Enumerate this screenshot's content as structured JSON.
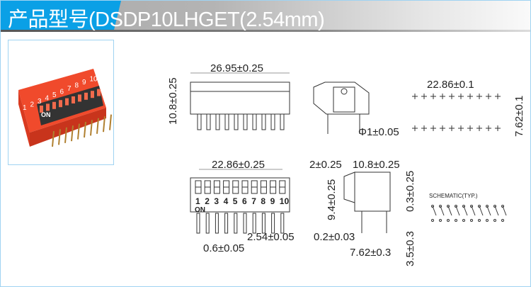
{
  "header": {
    "title": "产品型号(DSDP10LHGET(2.54mm)"
  },
  "photo": {
    "switch_numbers": [
      "1",
      "2",
      "3",
      "4",
      "5",
      "6",
      "7",
      "8",
      "9",
      "10"
    ],
    "on_label": "ON"
  },
  "side_view": {
    "width_dim": "26.95±0.25",
    "height_dim": "10.8±0.25"
  },
  "profile_view": {
    "pin_dim": "Φ1±0.05"
  },
  "pcb_layout": {
    "pitch_dim": "22.86±0.1",
    "row_dim": "7.62±0.1"
  },
  "front_view": {
    "width_dim": "22.86±0.25",
    "numbers": [
      "1",
      "2",
      "3",
      "4",
      "5",
      "6",
      "7",
      "8",
      "9",
      "10"
    ],
    "on_label": "ON",
    "pitch_dim": "2.54±0.05",
    "pin_width_dim": "0.6±0.05"
  },
  "end_view": {
    "dim_a": "2±0.25",
    "dim_b": "10.8±0.25",
    "dim_height": "9.4±0.25",
    "dim_top": "0.3±0.25",
    "dim_pin": "0.2±0.03",
    "dim_row": "7.62±0.3",
    "dim_lead": "3.5±0.3"
  },
  "schematic": {
    "label": "SCHEMATIC(TYP.)"
  },
  "colors": {
    "brand_blue": "#0aa0e6",
    "switch_red": "#f04a2c"
  }
}
